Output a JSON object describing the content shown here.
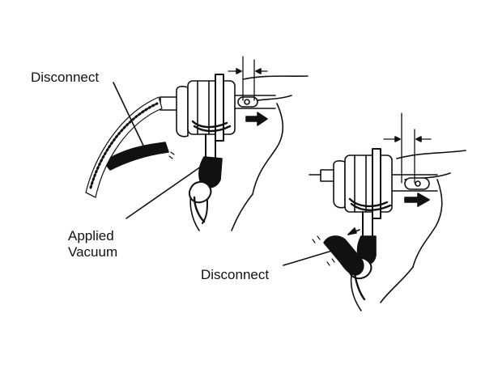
{
  "labels": {
    "disconnect_top": "Disconnect",
    "applied_vacuum_line1": "Applied",
    "applied_vacuum_line2": "Vacuum",
    "disconnect_bottom": "Disconnect"
  },
  "colors": {
    "ink": "#111111",
    "background": "#ffffff"
  }
}
